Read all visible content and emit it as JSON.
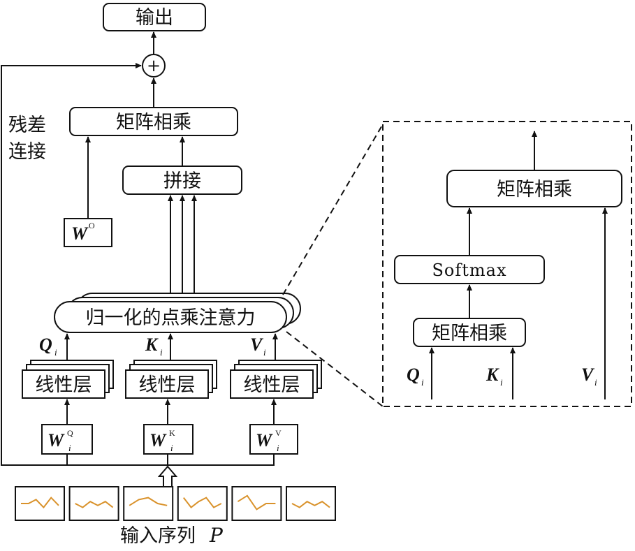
{
  "nodes": {
    "output": "输出",
    "plus": "+",
    "matmul_top": "矩阵相乘",
    "concat": "拼接",
    "wo": "W",
    "wo_sup": "O",
    "attention": "归一化的点乘注意力",
    "linear_q": "线性层",
    "linear_k": "线性层",
    "linear_v": "线性层",
    "wq": "W",
    "wq_sup": "Q",
    "wq_sub": "i",
    "wk": "W",
    "wk_sup": "K",
    "wk_sub": "i",
    "wv": "W",
    "wv_sup": "V",
    "wv_sub": "i",
    "q": "Q",
    "q_sub": "i",
    "k": "K",
    "k_sub": "i",
    "v": "V",
    "v_sub": "i",
    "residual_line1": "残差",
    "residual_line2": "连接",
    "input_caption": "输入序列",
    "input_var": "P"
  },
  "detail": {
    "matmul_top": "矩阵相乘",
    "softmax": "Softmax",
    "matmul_bottom": "矩阵相乘",
    "q": "Q",
    "q_sub": "i",
    "k": "K",
    "k_sub": "i",
    "v": "V",
    "v_sub": "i"
  },
  "input_patches": [
    {
      "values": [
        0.5,
        0.5,
        0.7,
        0.3,
        0.8,
        0.4
      ]
    },
    {
      "values": [
        0.5,
        0.3,
        0.6,
        0.4,
        0.6,
        0.3
      ]
    },
    {
      "values": [
        0.4,
        0.7,
        0.8,
        0.5,
        0.4
      ]
    },
    {
      "values": [
        0.8,
        0.3,
        0.6,
        0.8,
        0.3,
        0.5
      ]
    },
    {
      "values": [
        0.6,
        0.9,
        0.2,
        0.5,
        0.5
      ]
    },
    {
      "values": [
        0.5,
        0.3,
        0.6,
        0.4,
        0.6,
        0.3
      ]
    }
  ],
  "colors": {
    "line": "#111111",
    "sparkline": "#d9922b",
    "background": "#ffffff"
  }
}
